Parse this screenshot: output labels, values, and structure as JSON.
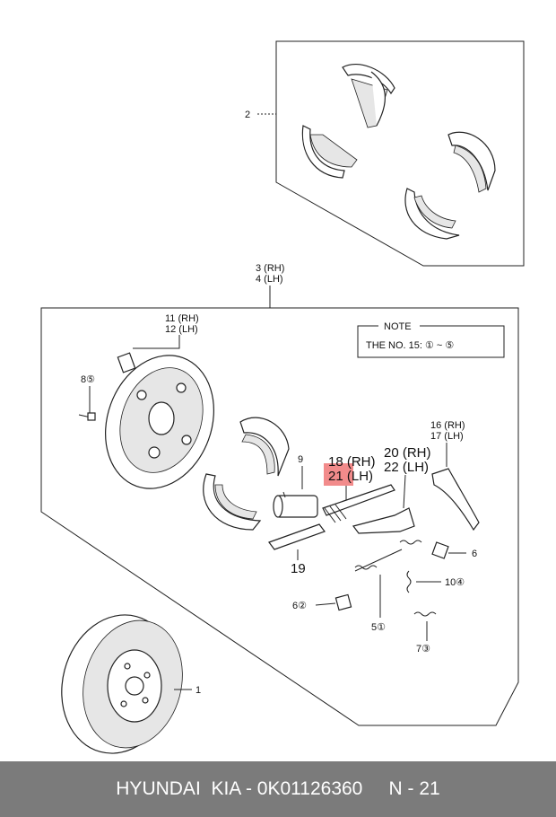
{
  "labels": {
    "p2": "2",
    "p3": "3 (RH)",
    "p4": "4 (LH)",
    "p11": "11 (RH)",
    "p12": "12 (LH)",
    "p8": "8⑤",
    "p9": "9",
    "p18": "18 (RH)",
    "p21": "21 (LH)",
    "p20": "20 (RH)",
    "p22": "22 (LH)",
    "p16": "16 (RH)",
    "p17": "17 (LH)",
    "p19": "19",
    "p6a": "6",
    "p10": "10④",
    "p6b": "6②",
    "p5": "5①",
    "p7": "7③",
    "p1": "1"
  },
  "note": {
    "title": "NOTE",
    "text": "THE NO. 15:  ① ~ ⑤"
  },
  "highlight": {
    "color": "#f28b8b"
  },
  "footer": {
    "text": "HYUNDAI  KIA - 0K01126360     N - 21"
  }
}
